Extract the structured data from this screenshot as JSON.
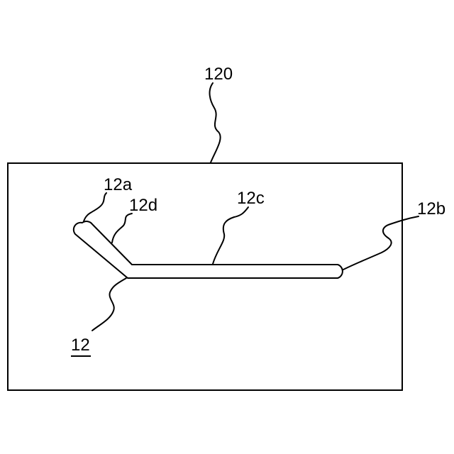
{
  "labels": {
    "container": "120",
    "end_a": "12a",
    "segment_d": "12d",
    "segment_c": "12c",
    "end_b": "12b",
    "member": "12"
  },
  "colors": {
    "ink": "#000000",
    "background": "#ffffff"
  }
}
